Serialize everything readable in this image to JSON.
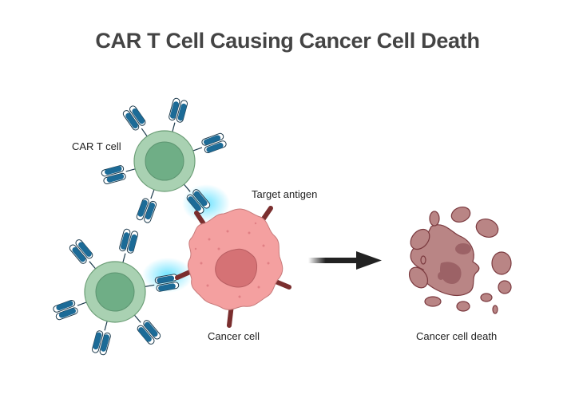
{
  "title": "CAR T Cell Causing Cancer Cell Death",
  "labels": {
    "car_t_cell": "CAR T cell",
    "target_antigen": "Target antigen",
    "cancer_cell": "Cancer cell",
    "cancer_cell_death": "Cancer cell death"
  },
  "colors": {
    "title": "#444444",
    "t_cell_outer": "#a9d1b2",
    "t_cell_nucleus": "#6fae86",
    "t_cell_stroke": "#6a9d75",
    "receptor": "#1c6b97",
    "cancer_cell": "#f4a0a0",
    "cancer_nucleus": "#d57275",
    "antigen": "#7a2e2e",
    "dead_cell": "#b98585",
    "dead_stroke": "#7b3a3f",
    "glow": "#6fe2ff",
    "arrow": "#222222"
  }
}
